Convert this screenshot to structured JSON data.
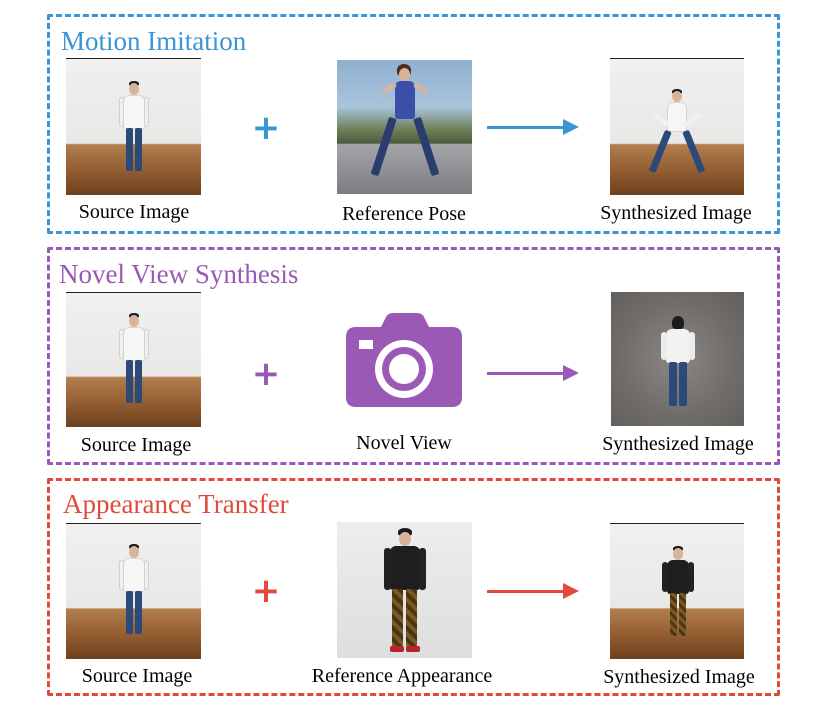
{
  "sections": [
    {
      "title": "Motion Imitation",
      "color": "#3a95d4",
      "captions": [
        "Source Image",
        "Reference Pose",
        "Synthesized Image"
      ]
    },
    {
      "title": "Novel View Synthesis",
      "color": "#9b59b6",
      "captions": [
        "Source Image",
        "Novel View",
        "Synthesized Image"
      ]
    },
    {
      "title": "Appearance Transfer",
      "color": "#e04a3c",
      "captions": [
        "Source Image",
        "Reference Appearance",
        "Synthesized Image"
      ]
    }
  ],
  "plus_symbol": "+",
  "icons": {
    "camera": "camera-icon",
    "arrow": "right-arrow-icon",
    "plus": "plus-icon"
  }
}
